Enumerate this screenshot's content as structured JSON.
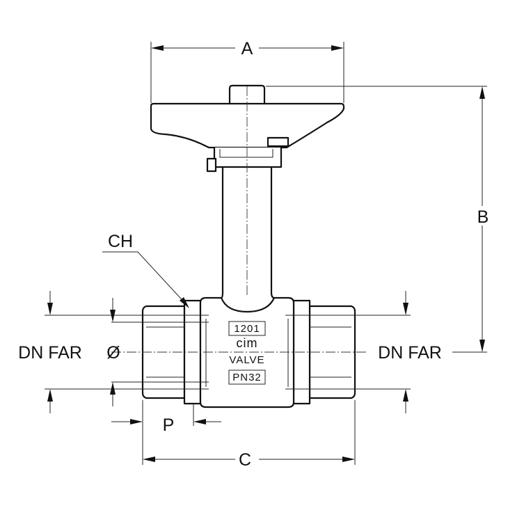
{
  "dimensions": {
    "a": "A",
    "b": "B",
    "c": "C",
    "p": "P",
    "ch": "CH",
    "dn_left": "DN FAR",
    "diameter": "Ø",
    "dn_right": "DN FAR"
  },
  "body_marking": {
    "code": "1201",
    "brand": "cim",
    "word": "VALVE",
    "pressure": "PN32"
  }
}
